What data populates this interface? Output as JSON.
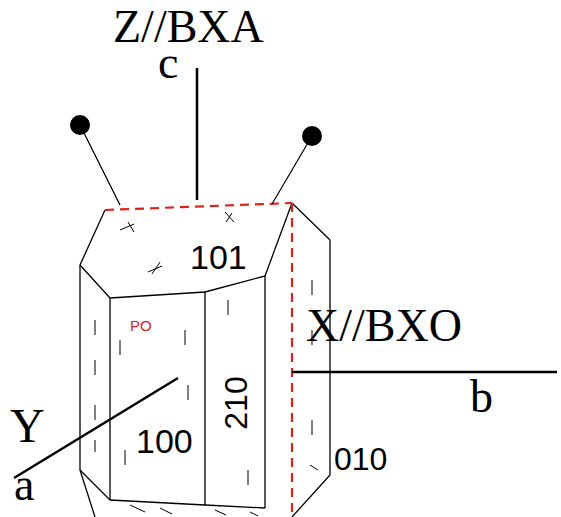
{
  "diagram": {
    "labels": [
      "Z//BXA",
      "c",
      "101",
      "PO",
      "X//BXO",
      "b",
      "Y",
      "a",
      "100",
      "210",
      "010"
    ]
  }
}
